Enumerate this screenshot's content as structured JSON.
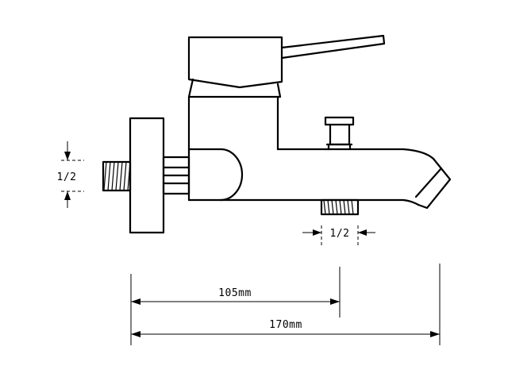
{
  "dimensions": {
    "inlet_thread": "1/2",
    "outlet_thread": "1/2",
    "center_to_outlet": "105mm",
    "overall_length": "170mm"
  }
}
